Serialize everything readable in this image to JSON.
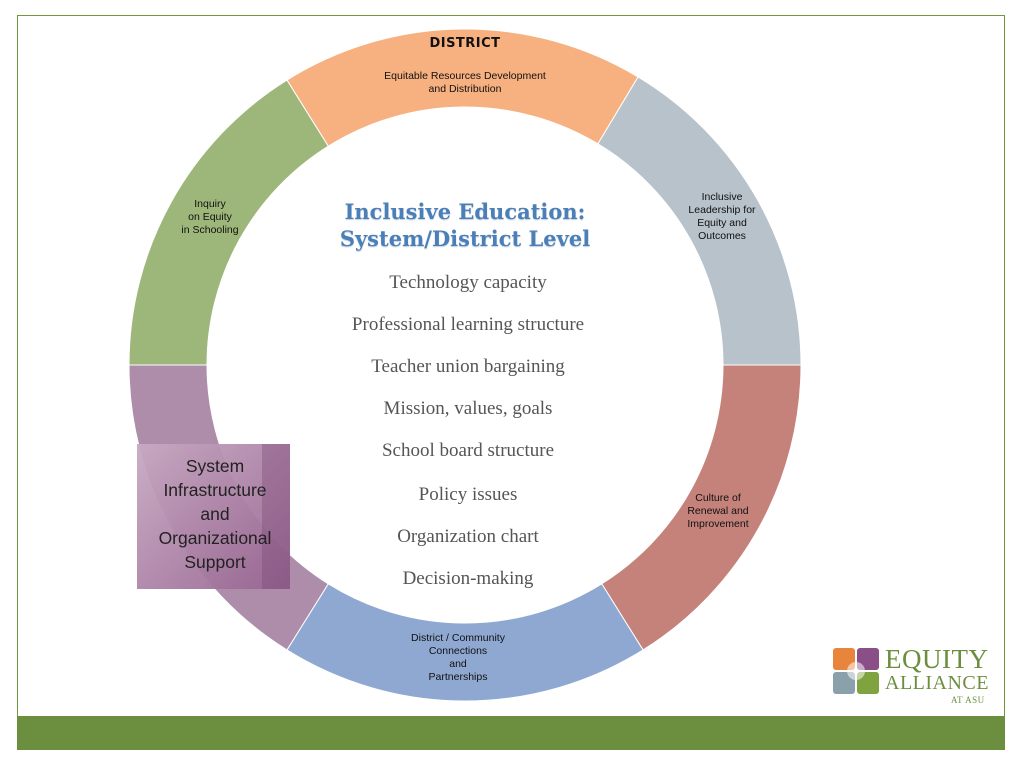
{
  "diagram": {
    "district_title": "DISTRICT",
    "center_title_line1": "Inclusive Education:",
    "center_title_line2": "System/District Level",
    "center_items": [
      "Technology capacity",
      "Professional learning structure",
      "Teacher union bargaining",
      "Mission, values, goals",
      "School board structure",
      "Policy issues",
      "Organization chart",
      "Decision-making"
    ],
    "segments": [
      {
        "key": "resources",
        "label": "Equitable Resources Development\nand Distribution",
        "color": "#f7b07f"
      },
      {
        "key": "leadership",
        "label": "Inclusive\nLeadership for\nEquity and\n   Outcomes",
        "color": "#b7c2ca"
      },
      {
        "key": "culture",
        "label": "Culture of\nRenewal and\nImprovement",
        "color": "#c4827b"
      },
      {
        "key": "community",
        "label": "District / Community\nConnections\nand\nPartnerships",
        "color": "#8ea8d1"
      },
      {
        "key": "infrastructure",
        "label": "System\nInfrastructure\nand\nOrganizational\nSupport",
        "color": "#ad8daa"
      },
      {
        "key": "inquiry",
        "label": "Inquiry\non Equity\nin Schooling",
        "color": "#9db679"
      }
    ]
  },
  "logo": {
    "word1": "EQUITY",
    "word2": "ALLIANCE",
    "word3": "AT ASU",
    "colors": {
      "orange": "#e8843c",
      "purple": "#8a4f86",
      "gray": "#8aa0aa",
      "green": "#7ea33f"
    }
  },
  "theme": {
    "frame": "#6d9a3e",
    "footer": "#6b8f3e"
  }
}
